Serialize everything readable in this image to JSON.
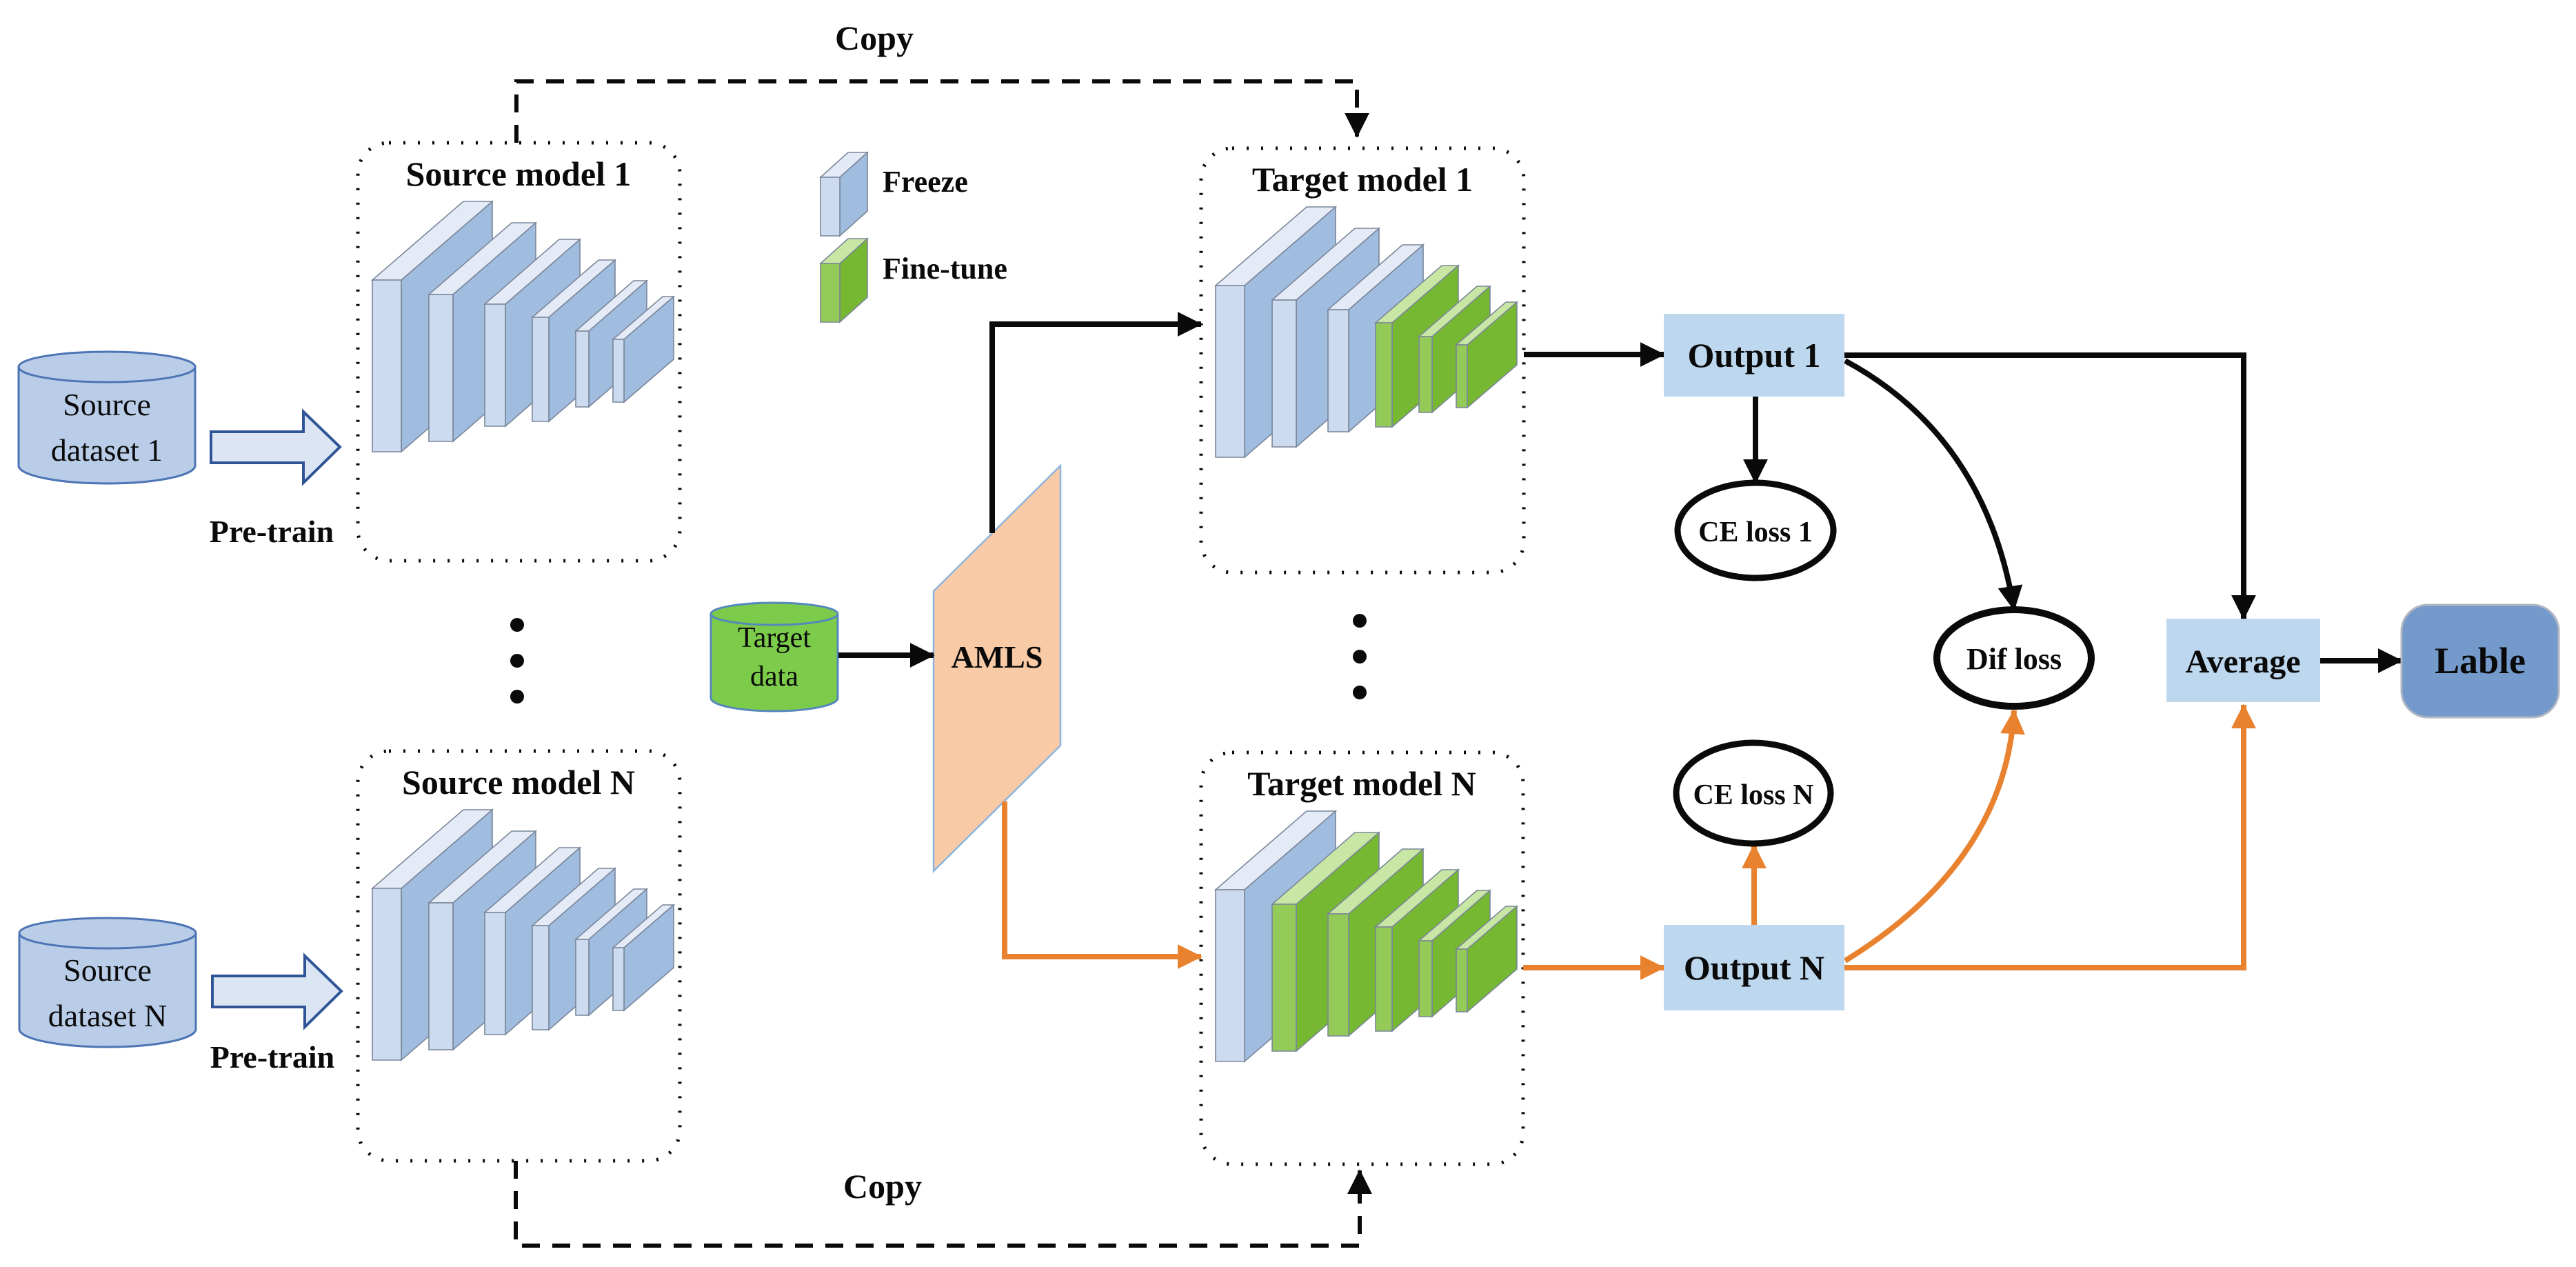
{
  "diagram": {
    "copy_top_label": "Copy",
    "copy_bottom_label": "Copy",
    "legend": {
      "freeze_label": "Freeze",
      "finetune_label": "Fine-tune"
    },
    "source_dataset_1": {
      "line1": "Source",
      "line2": "dataset 1"
    },
    "source_dataset_n": {
      "line1": "Source",
      "line2": "dataset N"
    },
    "pretrain_1_label": "Pre-train",
    "pretrain_n_label": "Pre-train",
    "target_data": {
      "line1": "Target",
      "line2": "data"
    },
    "amls_label": "AMLS",
    "models": [
      {
        "key": "source-model-1",
        "title": "Source model 1",
        "layers_total": 6,
        "finetuned_from_layer": null
      },
      {
        "key": "target-model-1",
        "title": "Target model 1",
        "layers_total": 6,
        "finetuned_from_layer": 4
      },
      {
        "key": "source-model-n",
        "title": "Source model N",
        "layers_total": 6,
        "finetuned_from_layer": null
      },
      {
        "key": "target-model-n",
        "title": "Target model N",
        "layers_total": 6,
        "finetuned_from_layer": 2
      }
    ],
    "output_1_label": "Output 1",
    "output_n_label": "Output N",
    "ce_loss_1_label": "CE loss 1",
    "ce_loss_n_label": "CE loss N",
    "dif_loss_label": "Dif loss",
    "average_label": "Average",
    "lable_label": "Lable"
  },
  "colors": {
    "black": "#0A0A0A",
    "orange": "#E8822F",
    "box_blue": "#BDD7EE",
    "lable_blue": "#7499CB",
    "amls_fill": "#F8CBA6",
    "amls_stroke": "#8DB4E2",
    "cylinder_blue_fill": "#B9CDE8",
    "cylinder_blue_stroke": "#4D74B4",
    "cylinder_green_fill": "#7CCB4A",
    "cylinder_green_stroke": "#5588BB",
    "block_arrow_fill": "#DBE5F3",
    "block_arrow_stroke": "#2F5597",
    "slab_blue_front": "#CCDBF0",
    "slab_blue_side": "#A0BCDF",
    "slab_blue_top": "#E4EBF7",
    "slab_green_front": "#94CB58",
    "slab_green_side": "#76B831",
    "slab_green_top": "#C9E7A4",
    "slab_stroke": "#7A8699"
  }
}
